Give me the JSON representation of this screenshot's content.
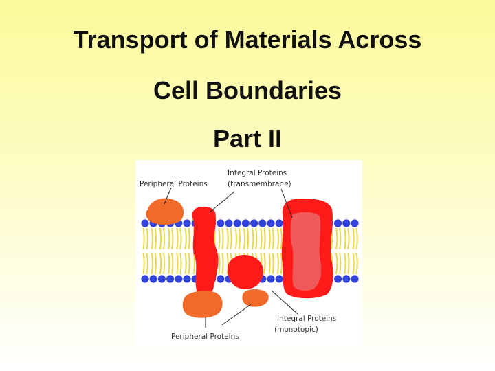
{
  "slide": {
    "title_line1": "Transport of Materials Across",
    "title_line2": "Cell Boundaries",
    "title_line3": "Part II"
  },
  "diagram": {
    "labels": {
      "peripheral_top": "Peripheral Proteins",
      "integral_top_line1": "Integral Proteins",
      "integral_top_line2": "(transmembrane)",
      "integral_bottom_line1": "Integral Proteins",
      "integral_bottom_line2": "(monotopic)",
      "peripheral_bottom": "Peripheral Proteins"
    },
    "colors": {
      "phospholipid_head": "#3344dd",
      "phospholipid_tail": "#e8d84a",
      "integral_protein": "#ff1a1a",
      "peripheral_protein": "#f06a2a",
      "background": "#ffffff"
    }
  }
}
